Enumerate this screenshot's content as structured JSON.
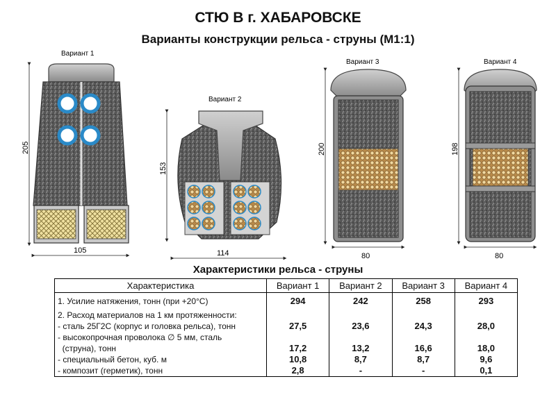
{
  "header": {
    "title": "СТЮ В г. ХАБАРОВСКЕ",
    "subtitle": "Варианты конструкции рельса - струны (М1:1)"
  },
  "variants": [
    {
      "label": "Вариант 1",
      "height_dim": "205",
      "width_dim": "105"
    },
    {
      "label": "Вариант  2",
      "height_dim": "153",
      "width_dim": "114"
    },
    {
      "label": "Вариант  3",
      "height_dim": "200",
      "width_dim": "80"
    },
    {
      "label": "Вариант  4",
      "height_dim": "198",
      "width_dim": "80"
    }
  ],
  "table": {
    "title": "Характеристики рельса - струны",
    "headers": [
      "Характеристика",
      "Вариант 1",
      "Вариант 2",
      "Вариант 3",
      "Вариант 4"
    ],
    "rows": [
      {
        "label": "1. Усилие натяжения, тонн (при +20°C)",
        "values": [
          "294",
          "242",
          "258",
          "293"
        ]
      },
      {
        "label": "2. Расход материалов на 1 км протяженности:",
        "values": [
          "",
          "",
          "",
          ""
        ]
      },
      {
        "label": "- сталь 25Г2С (корпус и головка рельса), тонн",
        "values": [
          "27,5",
          "23,6",
          "24,3",
          "28,0"
        ]
      },
      {
        "label": "- высокопрочная проволока  ∅ 5 мм, сталь",
        "values": [
          "",
          "",
          "",
          ""
        ]
      },
      {
        "label": "  (струна), тонн",
        "values": [
          "17,2",
          "13,2",
          "16,6",
          "18,0"
        ]
      },
      {
        "label": "- специальный бетон, куб. м",
        "values": [
          "10,8",
          "8,7",
          "8,7",
          "9,6"
        ]
      },
      {
        "label": "- композит (герметик), тонн",
        "values": [
          "2,8",
          "-",
          "-",
          "0,1"
        ]
      }
    ]
  }
}
